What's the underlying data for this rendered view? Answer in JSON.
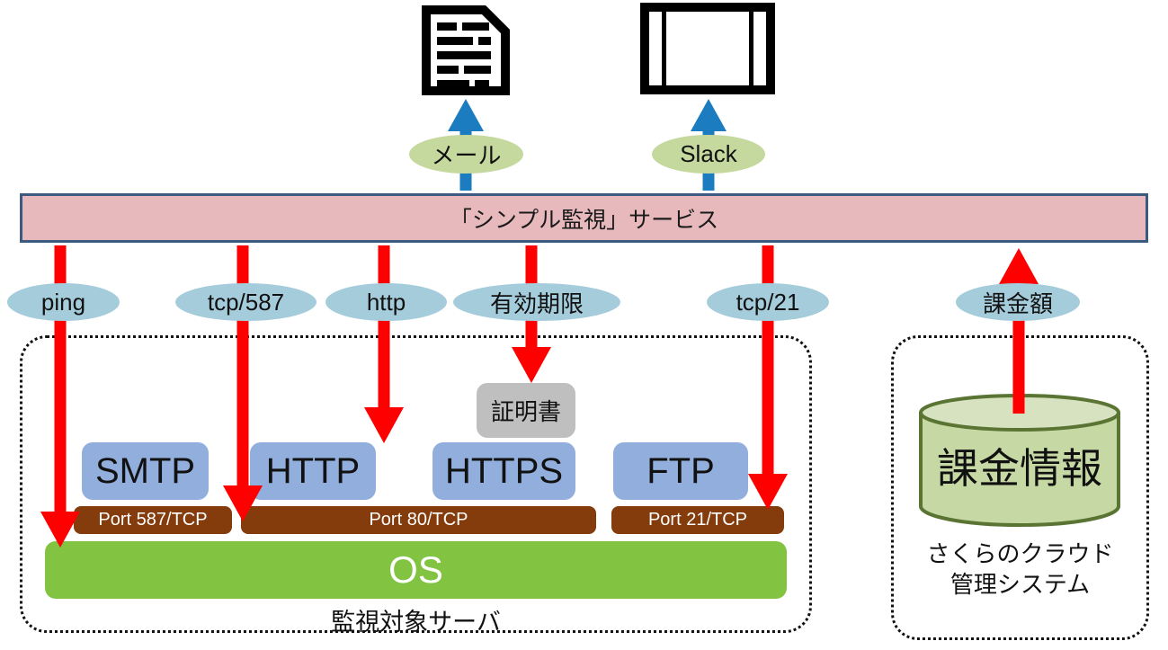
{
  "service": {
    "title": "「シンプル監視」サービス"
  },
  "notification_targets": [
    {
      "id": "mail",
      "label": "メール",
      "icon": "document-icon"
    },
    {
      "id": "slack",
      "label": "Slack",
      "icon": "window-icon"
    }
  ],
  "checks": [
    {
      "id": "ping",
      "label": "ping",
      "direction": "down"
    },
    {
      "id": "tcp587",
      "label": "tcp/587",
      "direction": "down"
    },
    {
      "id": "http",
      "label": "http",
      "direction": "down"
    },
    {
      "id": "expiry",
      "label": "有効期限",
      "direction": "down"
    },
    {
      "id": "tcp21",
      "label": "tcp/21",
      "direction": "down"
    },
    {
      "id": "billing",
      "label": "課金額",
      "direction": "up"
    }
  ],
  "monitored_server": {
    "certificate_label": "証明書",
    "services": [
      {
        "label": "SMTP"
      },
      {
        "label": "HTTP"
      },
      {
        "label": "HTTPS"
      },
      {
        "label": "FTP"
      }
    ],
    "ports": [
      {
        "label": "Port 587/TCP"
      },
      {
        "label": "Port 80/TCP"
      },
      {
        "label": "Port 21/TCP"
      }
    ],
    "os_label": "OS",
    "caption": "監視対象サーバ"
  },
  "cloud_system": {
    "db_label": "課金情報",
    "caption_line1": "さくらのクラウド",
    "caption_line2": "管理システム"
  },
  "colors": {
    "service_bar_fill": "#e7b9bd",
    "service_bar_border": "#3c5a80",
    "check_oval_fill": "#a5ccdb",
    "notify_oval_fill": "#c5d89d",
    "red_arrow": "#ff0000",
    "blue_arrow": "#1b7cc0",
    "service_box_fill": "#92aedc",
    "port_bar_fill": "#843c0c",
    "os_bar_fill": "#82c342",
    "certificate_fill": "#bfbfbf",
    "cylinder_fill": "#c6d8a3",
    "cylinder_stroke": "#5a7433"
  }
}
